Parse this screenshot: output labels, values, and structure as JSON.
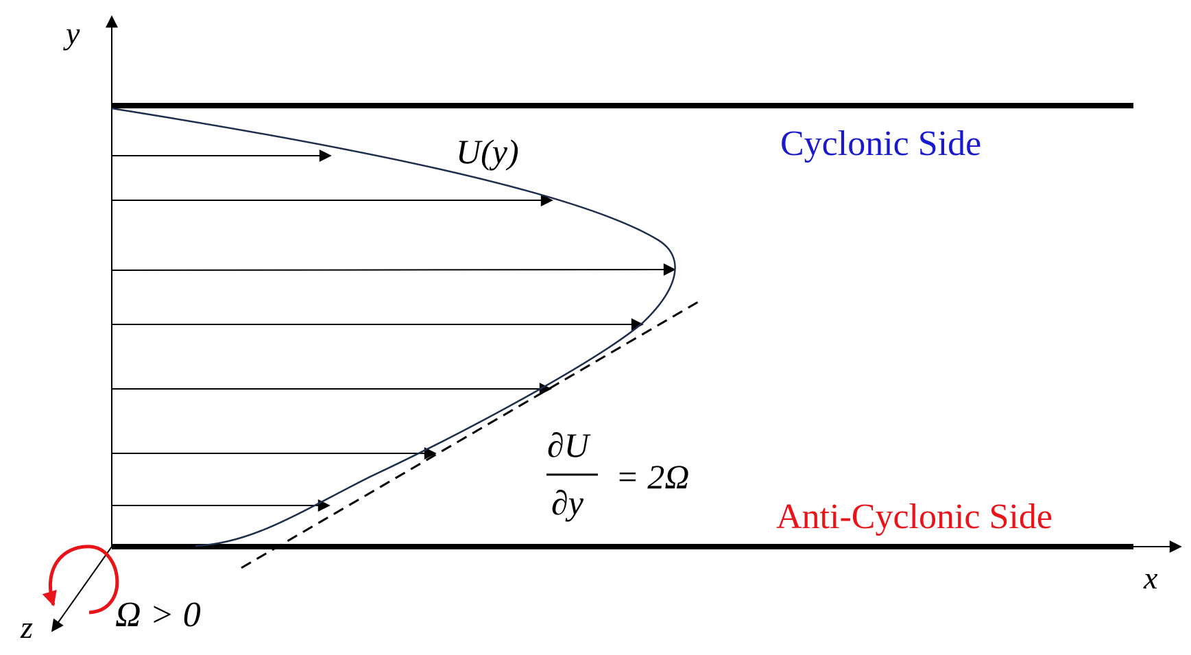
{
  "axes": {
    "y_label": "y",
    "x_label": "x",
    "z_label": "z"
  },
  "labels": {
    "profile": "U(y)",
    "cyclonic": "Cyclonic Side",
    "anticyclonic": "Anti-Cyclonic Side",
    "rotation": "Ω > 0",
    "derivative_numerator": "∂U",
    "derivative_denominator": "∂y",
    "derivative_rhs": "= 2Ω"
  },
  "colors": {
    "cyclonic": "#1a1acc",
    "anticyclonic": "#e8141a",
    "rotation_arrow": "#e8141a",
    "profile_curve": "#1f2d4d",
    "ink": "#000000"
  }
}
